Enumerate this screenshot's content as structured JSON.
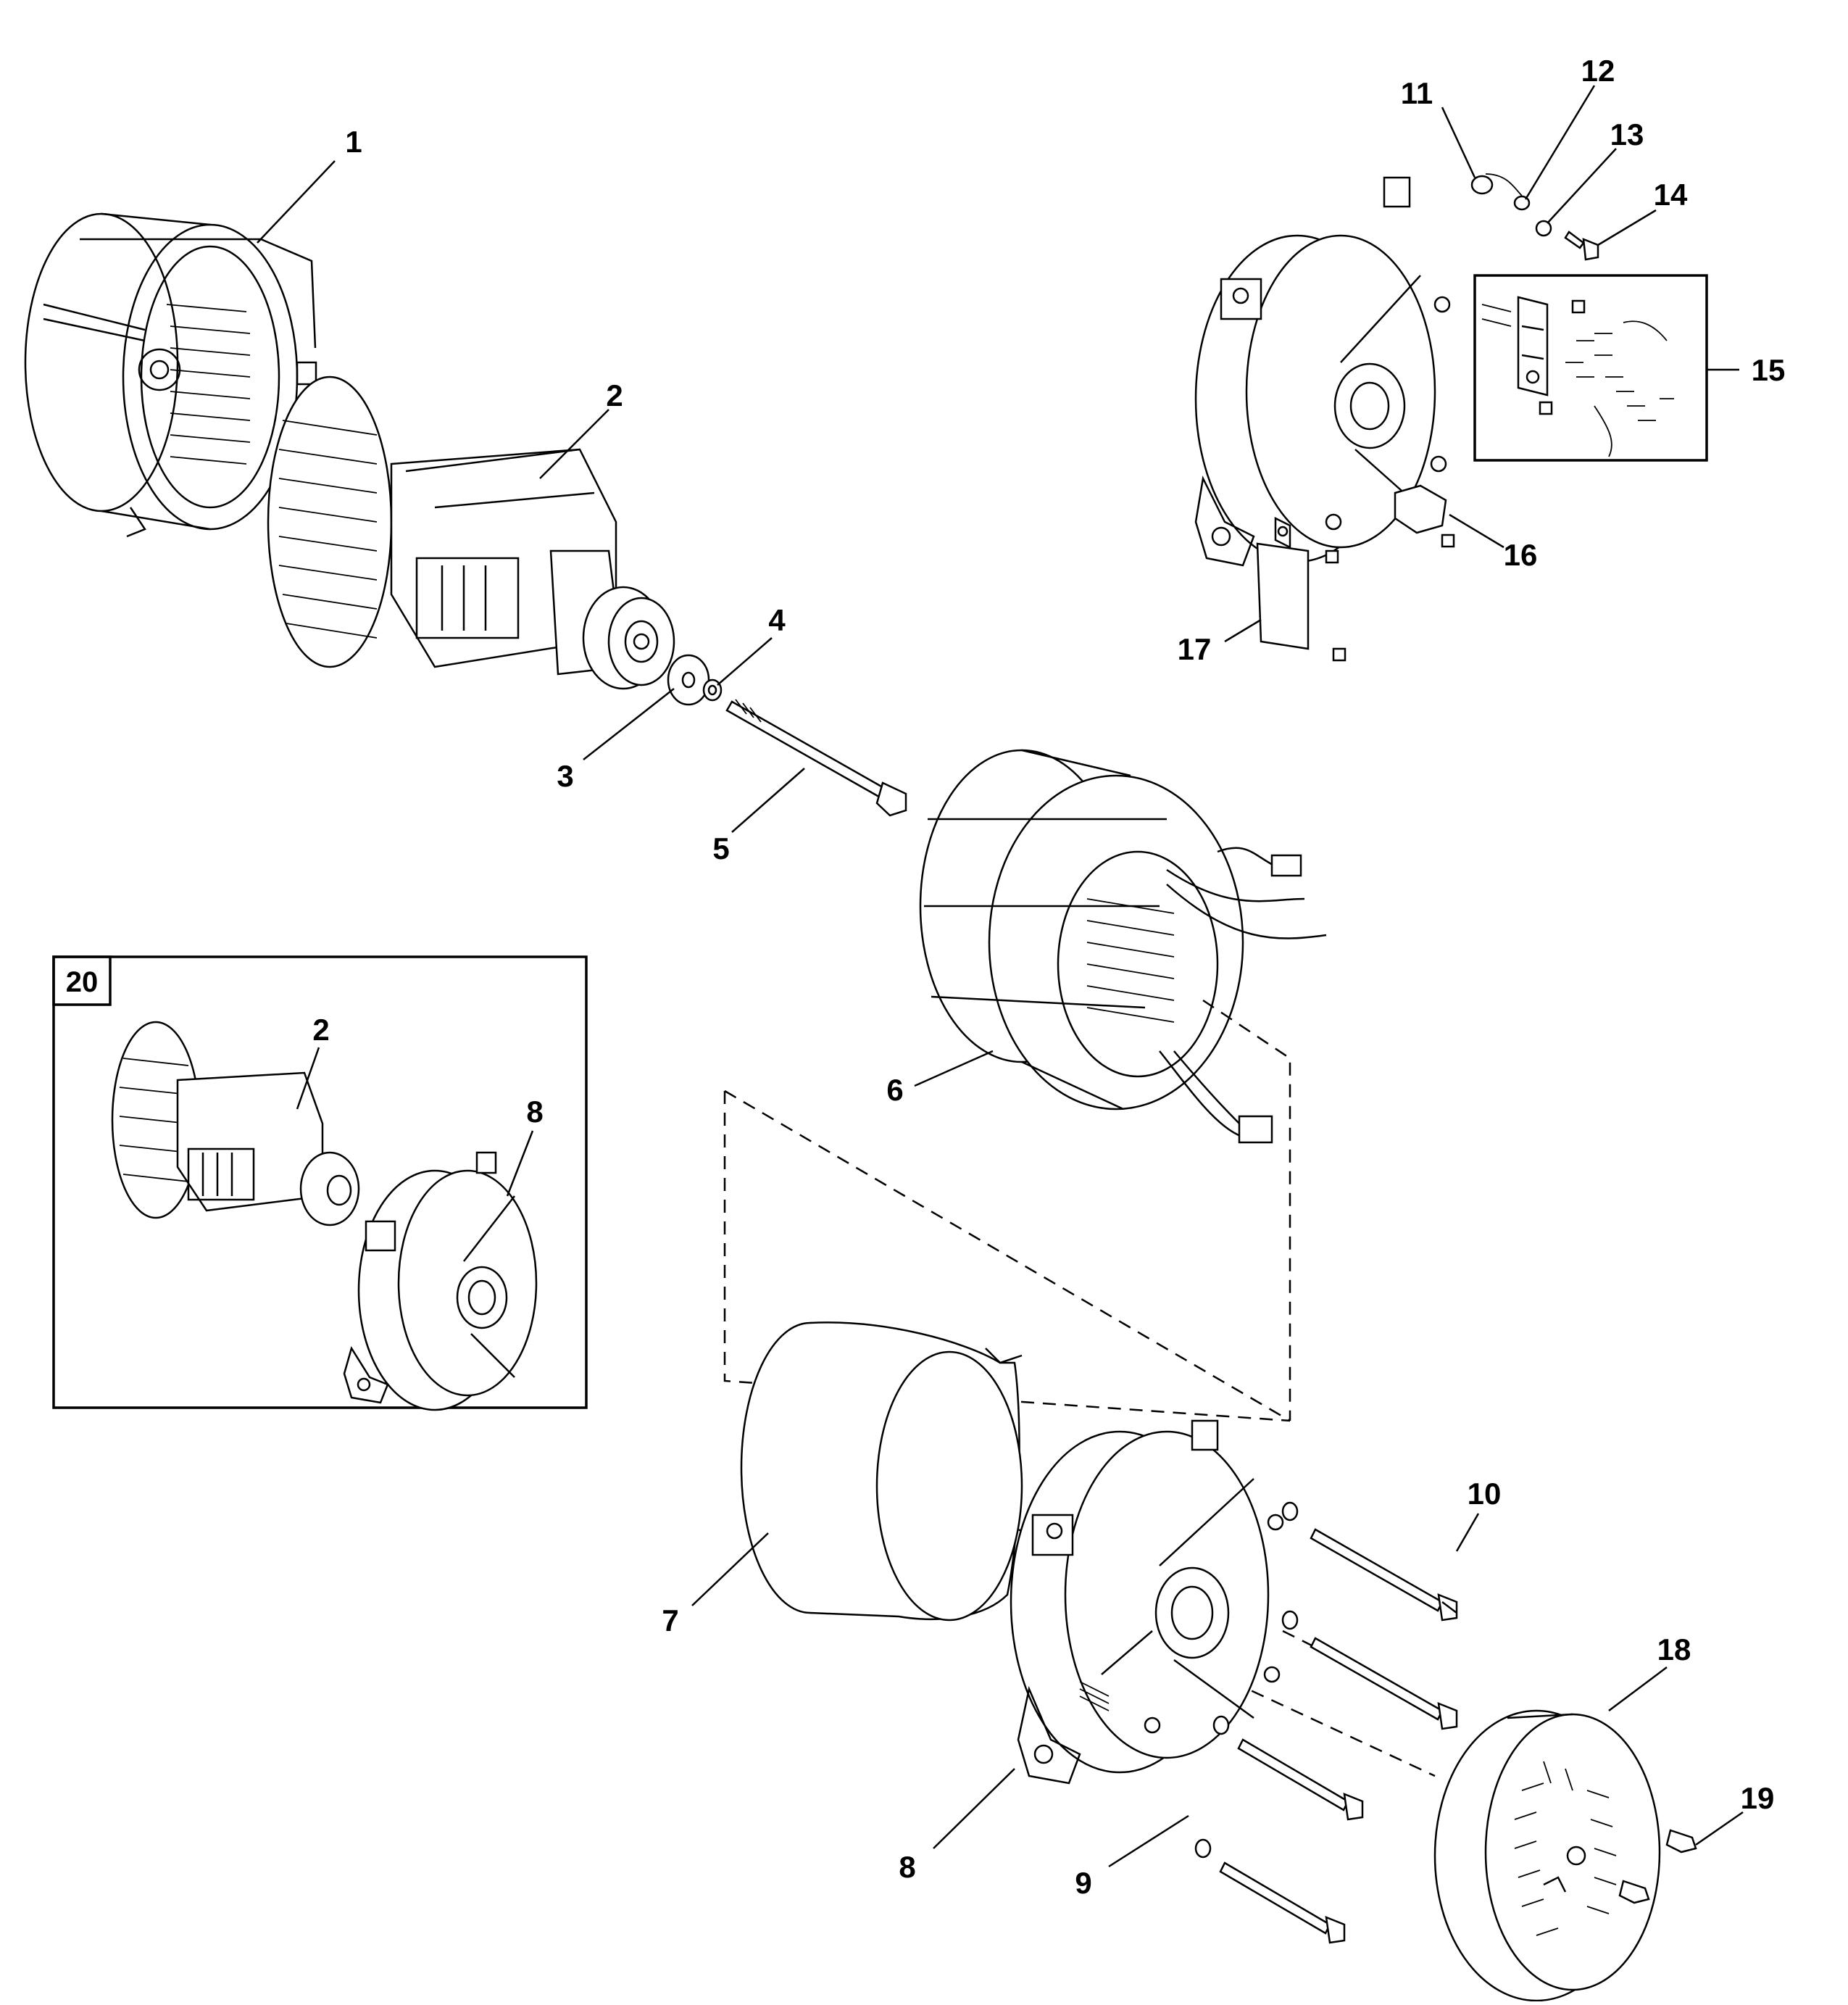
{
  "callouts": {
    "c1": "1",
    "c2": "2",
    "c3": "3",
    "c4": "4",
    "c5": "5",
    "c6": "6",
    "c7": "7",
    "c8": "8",
    "c9": "9",
    "c10": "10",
    "c11": "11",
    "c12": "12",
    "c13": "13",
    "c14": "14",
    "c15": "15",
    "c16": "16",
    "c17": "17",
    "c18": "18",
    "c19": "19",
    "c20": "20",
    "inset_c2": "2",
    "inset_c8": "8"
  }
}
